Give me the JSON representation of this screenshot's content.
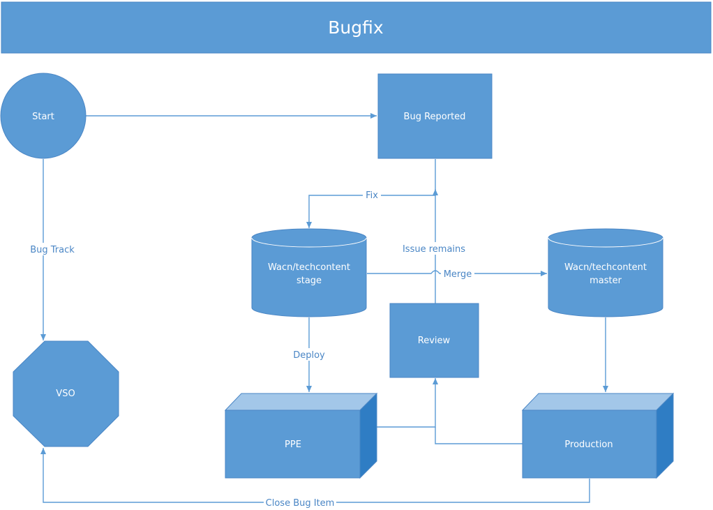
{
  "title": "Bugfix",
  "colors": {
    "banner": "#5b9bd5",
    "shape_fill": "#5b9bd5",
    "shape_stroke": "#4a86c5",
    "box_top": "#a3c7e9",
    "box_side": "#2f7dc4",
    "edge": "#5b9bd5",
    "label_text": "#4a86c5"
  },
  "nodes": {
    "start": "Start",
    "bug_reported": "Bug Reported",
    "stage_line1": "Wacn/techcontent",
    "stage_line2": "stage",
    "master_line1": "Wacn/techcontent",
    "master_line2": "master",
    "review": "Review",
    "vso": "VSO",
    "ppe": "PPE",
    "production": "Production"
  },
  "edges": {
    "bug_track": "Bug Track",
    "fix": "Fix",
    "issue_remains": "Issue remains",
    "merge": "Merge",
    "deploy": "Deploy",
    "close_bug_item": "Close Bug Item"
  }
}
